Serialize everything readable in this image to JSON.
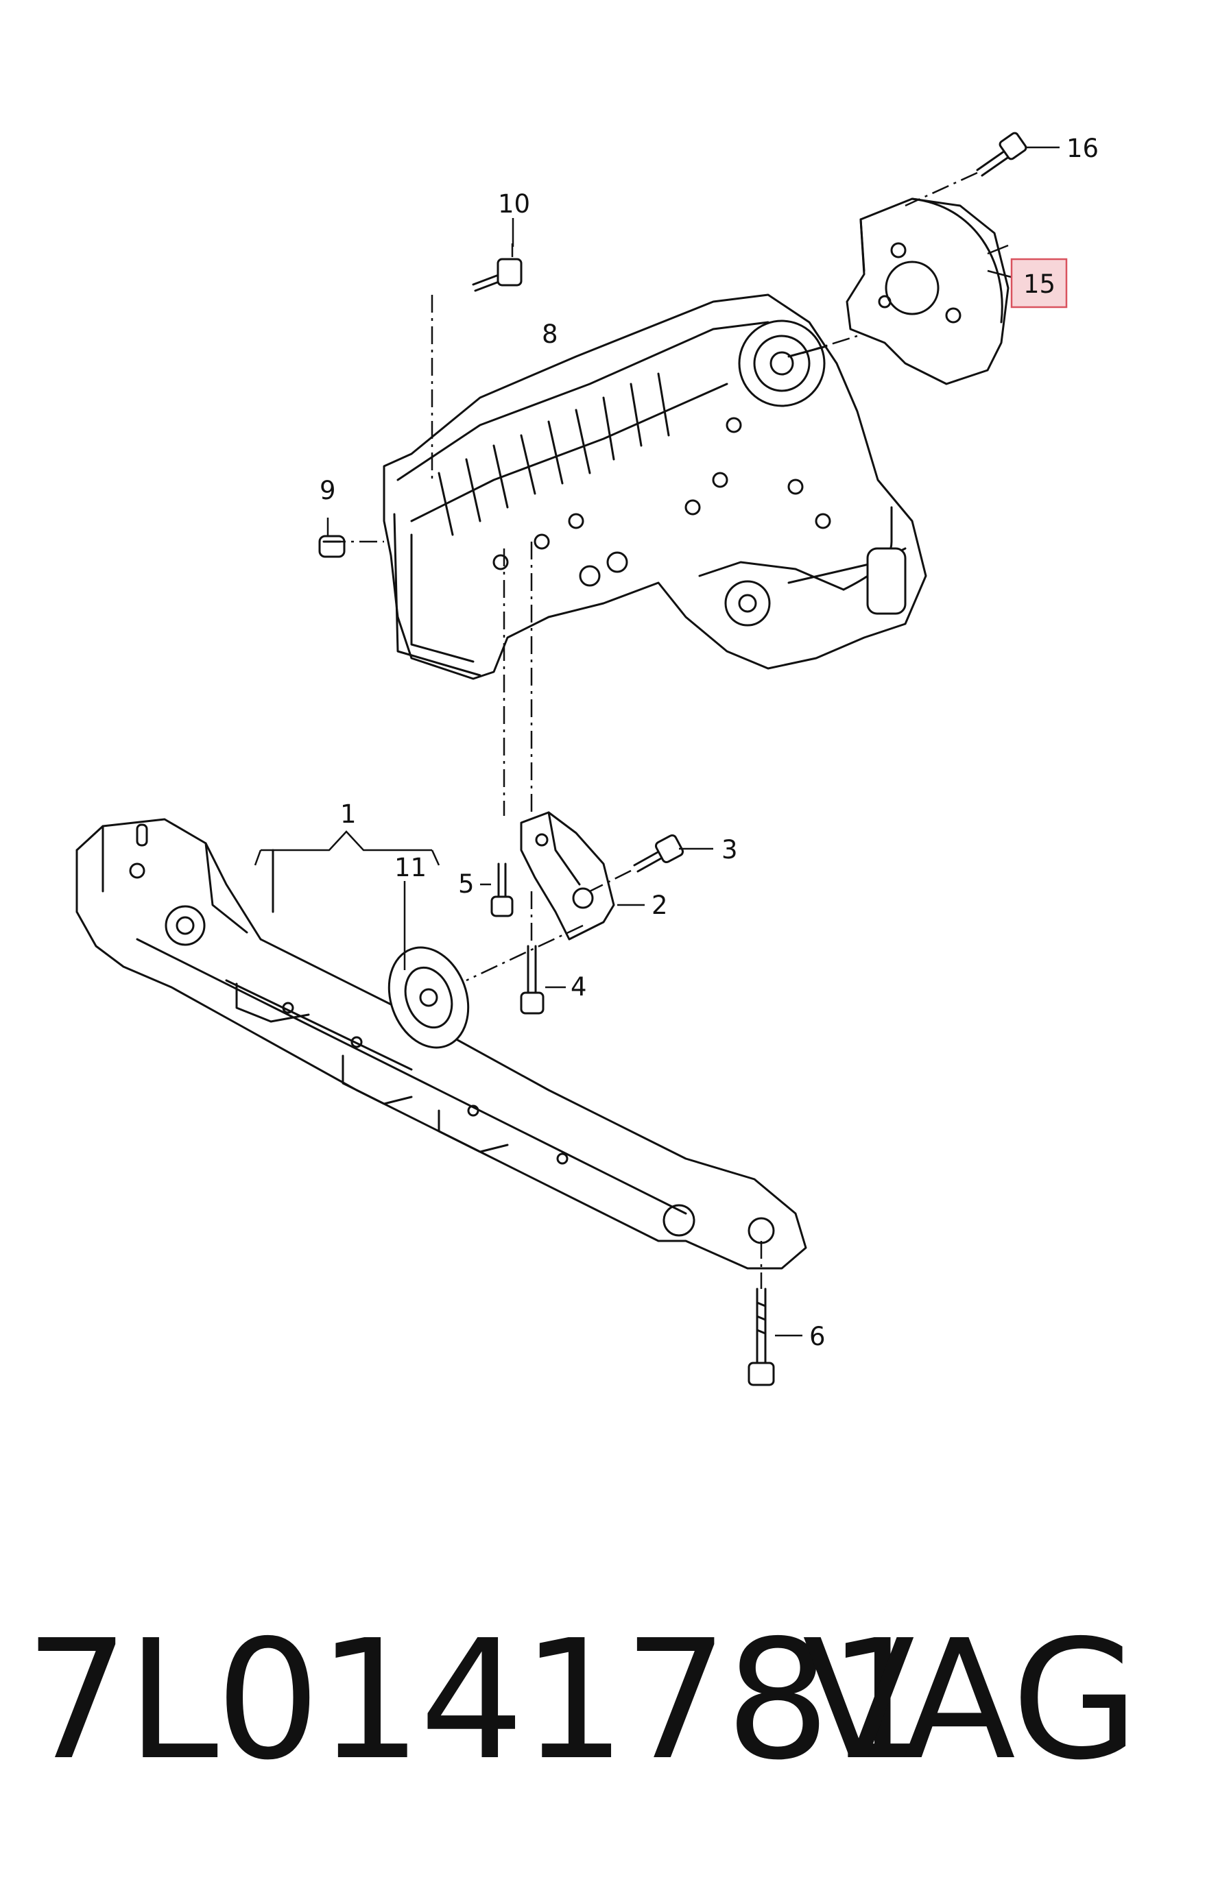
{
  "callouts": {
    "c1": "1",
    "c2": "2",
    "c3": "3",
    "c4": "4",
    "c5": "5",
    "c6": "6",
    "c8": "8",
    "c9": "9",
    "c10": "10",
    "c11": "11",
    "c15": "15",
    "c16": "16"
  },
  "highlight_color": "#f7d6d9",
  "highlight_border": "#d9525e",
  "footer": {
    "part_number": "7L0141781",
    "brand": "VAG"
  }
}
